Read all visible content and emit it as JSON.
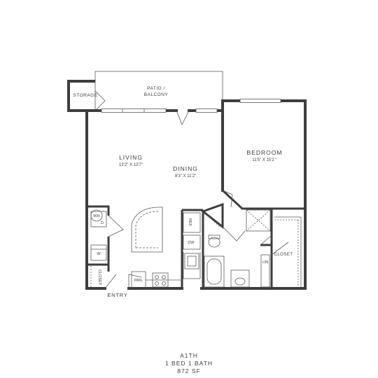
{
  "colors": {
    "wall": "#3d3d3d",
    "fixture": "#5a5a5a",
    "background": "#ffffff"
  },
  "rooms": {
    "storage": "STORAGE",
    "patio_line1": "PATIO /",
    "patio_line2": "BALCONY",
    "living": "LIVING",
    "living_dims": "13'2\" X 13'7\"",
    "dining": "DINING",
    "dining_dims": "8'3\" X 11'2\"",
    "bedroom": "BEDROOM",
    "bedroom_dims": "11'5\" X 15'2 \"",
    "closet": "CLOSET",
    "entry": "ENTRY"
  },
  "fixtures": {
    "wh": "WH",
    "dryer": "D",
    "washer": "W",
    "ref": "REF.",
    "dw": "DW",
    "pan": "PAN.",
    "closet_small": "CLOSET",
    "lin": "LIN"
  },
  "unit": {
    "name": "A1TH",
    "layout": "1 BED 1 BATH",
    "area": "872  SF"
  }
}
